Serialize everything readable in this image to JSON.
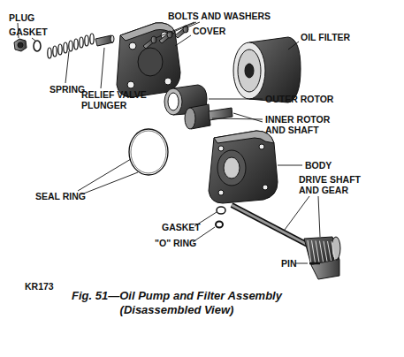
{
  "diagram": {
    "caption": "Fig. 51—Oil Pump and Filter Assembly (Disassembled View)",
    "labels": [
      "PLUG",
      "GASKET",
      "BOLTS AND WASHERS",
      "COVER",
      "OIL FILTER",
      "SPRING",
      "RELIEF VALVE PLUNGER",
      "OUTER ROTOR",
      "INNER ROTOR AND SHAFT",
      "SEAL RING",
      "BODY",
      "DRIVE SHAFT AND GEAR",
      "GASKET",
      "\"O\" RING",
      "PIN",
      "KR173"
    ]
  }
}
